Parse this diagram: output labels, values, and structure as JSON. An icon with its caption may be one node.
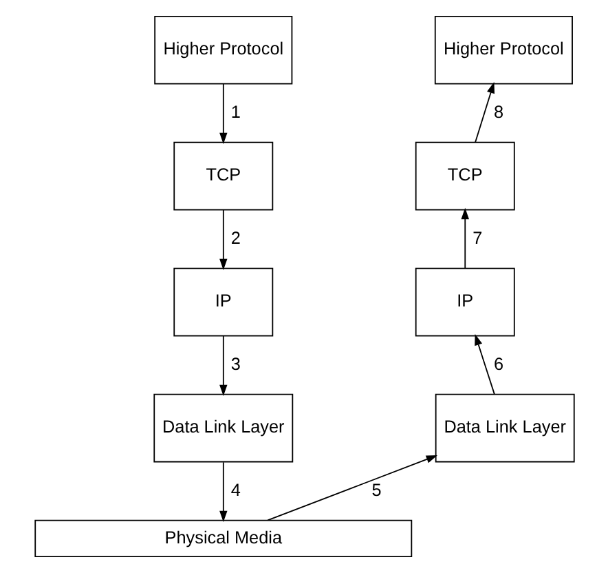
{
  "diagram": {
    "nodes": [
      {
        "text": [
          "Higher Protocol"
        ]
      },
      {
        "text": [
          "TCP"
        ]
      },
      {
        "text": [
          "IP"
        ]
      },
      {
        "text": [
          "Data Link Layer"
        ]
      },
      {
        "text": [
          "Physical Media"
        ]
      },
      {
        "text": [
          "Higher Protocol"
        ]
      },
      {
        "text": [
          "TCP"
        ]
      },
      {
        "text": [
          "IP"
        ]
      },
      {
        "text": [
          "Data Link Layer"
        ]
      }
    ],
    "edges": [
      {
        "from": 0,
        "to": 1,
        "arrow": "to",
        "label": "1"
      },
      {
        "from": 1,
        "to": 2,
        "arrow": "to",
        "label": "2"
      },
      {
        "from": 2,
        "to": 3,
        "arrow": "to",
        "label": "3"
      },
      {
        "from": 3,
        "to": 4,
        "arrow": "to",
        "label": "4"
      },
      {
        "from": 4,
        "to": 8,
        "arrow": "to",
        "label": "5"
      },
      {
        "from": 8,
        "to": 7,
        "arrow": "to",
        "label": "6"
      },
      {
        "from": 7,
        "to": 6,
        "arrow": "to",
        "label": "7"
      },
      {
        "from": 6,
        "to": 5,
        "arrow": "to",
        "label": "8"
      }
    ]
  }
}
